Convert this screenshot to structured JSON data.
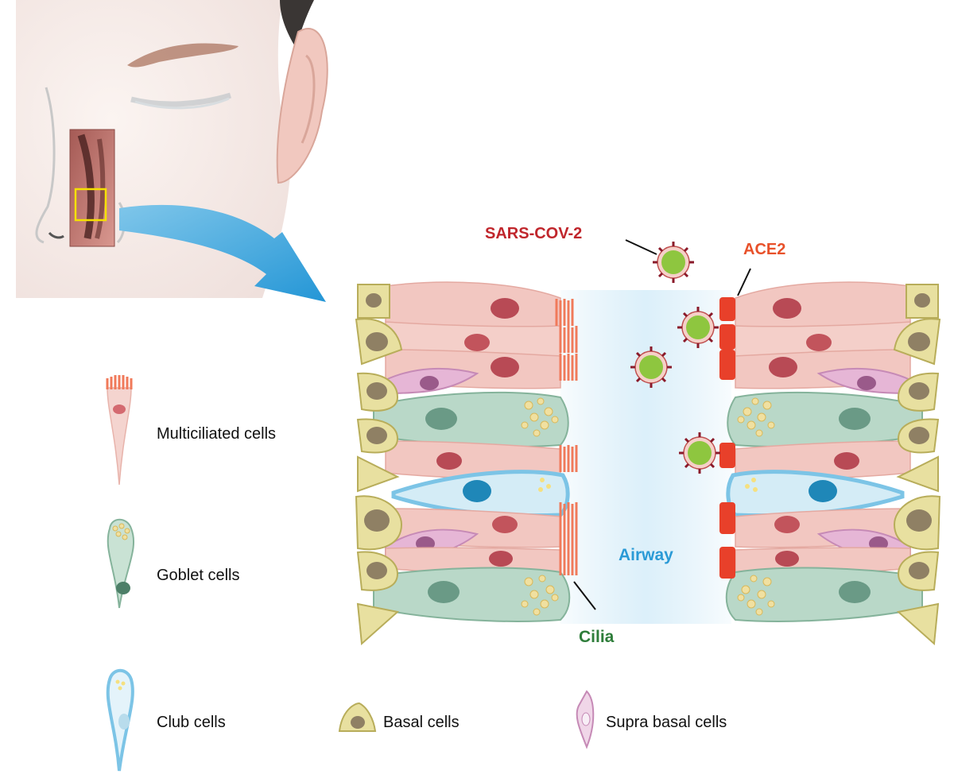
{
  "labels": {
    "virus": "SARS-COV-2",
    "receptor": "ACE2",
    "cilia": "Cilia",
    "airway": "Airway"
  },
  "legend": {
    "multiciliated": "Multiciliated cells",
    "goblet": "Goblet cells",
    "club": "Club cells",
    "basal": "Basal cells",
    "supra_basal": "Supra basal cells"
  },
  "colors": {
    "virus_label": "#c0262c",
    "receptor_label": "#e8512a",
    "cilia_label": "#2e7d3a",
    "airway_label": "#2a9ad6",
    "ace2": "#e8402a",
    "cilia": "#f07a5a",
    "multiciliated_cell": "#f2c7c1",
    "goblet_cell": "#b9d8c8",
    "club_cell": "#8fd0ec",
    "basal_cell": "#e8e0a0",
    "supra_basal_cell": "#e6b6d6",
    "virus_body": "#8ec63f",
    "arrow": "#3aa6dc"
  }
}
